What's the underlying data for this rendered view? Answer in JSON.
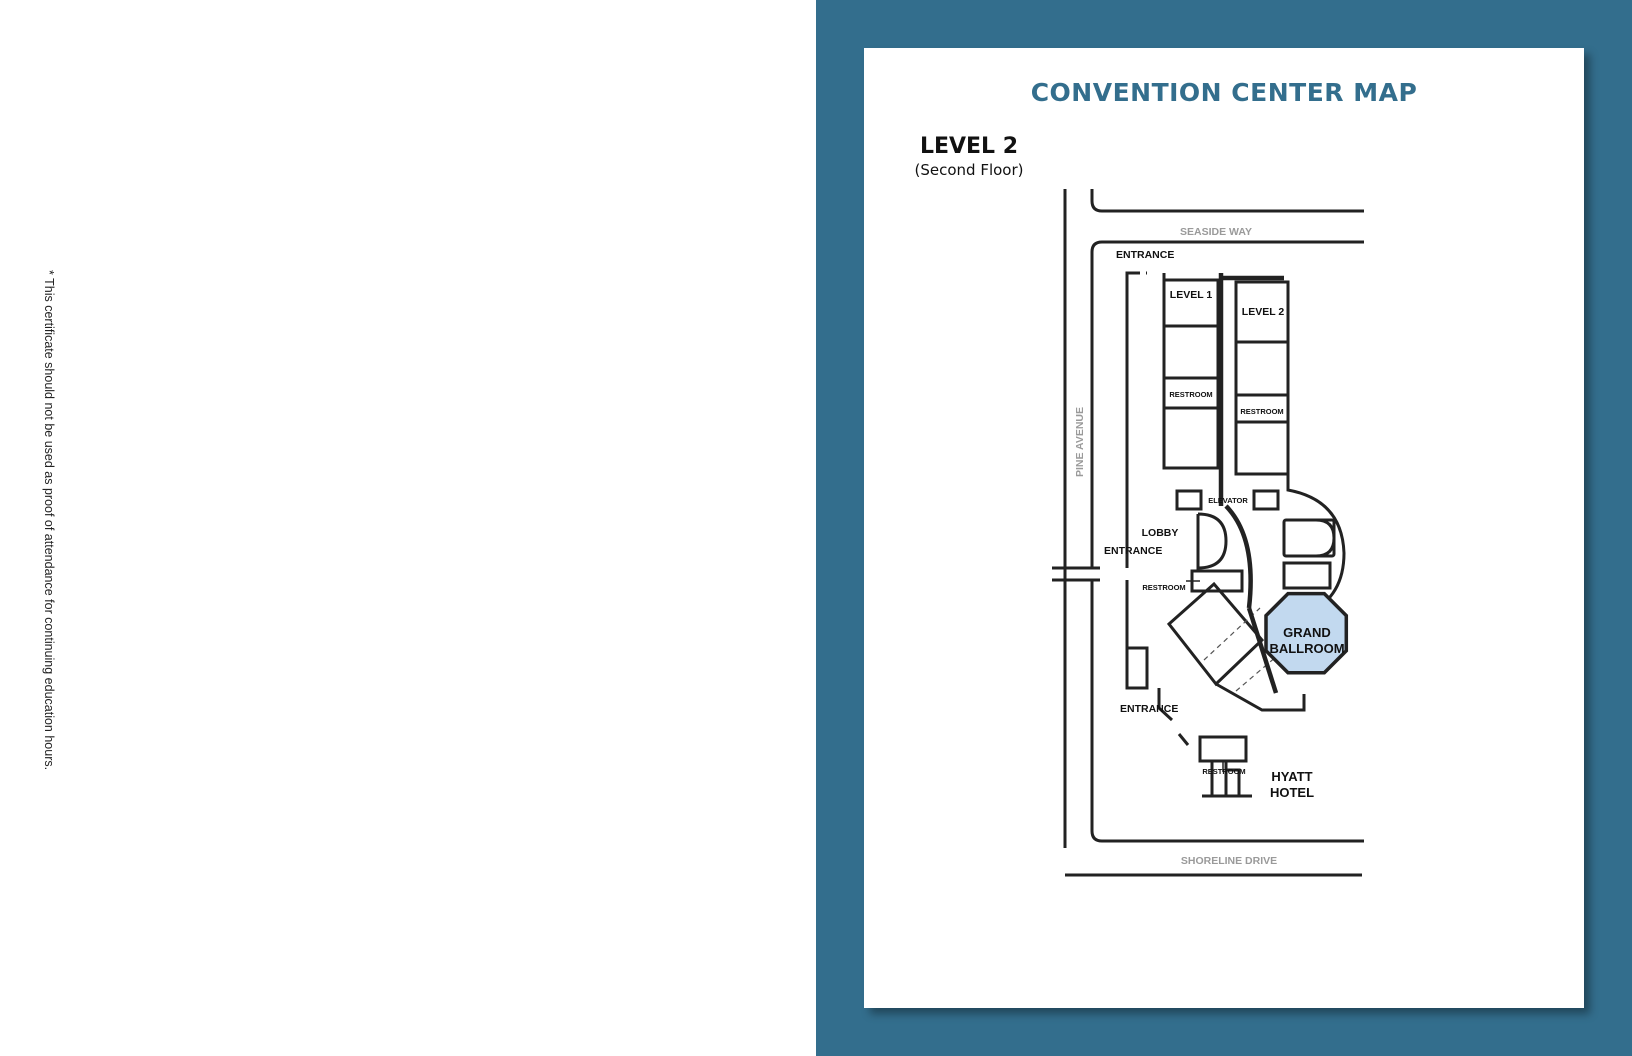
{
  "left_page": {
    "disclaimer": "* This certificate should not be used as proof of attendance for continuing education hours."
  },
  "map_page": {
    "title": "CONVENTION CENTER MAP",
    "level": "LEVEL 2",
    "level_sub": "(Second Floor)",
    "colors": {
      "panel": "#336e8d",
      "ballroom_fill": "#c2d9ef",
      "street_text": "#9a9a9a"
    }
  },
  "streets": {
    "top": "SEASIDE WAY",
    "left": "PINE AVENUE",
    "bottom": "SHORELINE DRIVE"
  },
  "labels": {
    "entrance_top": "ENTRANCE",
    "entrance_middle": "ENTRANCE",
    "entrance_bottom": "ENTRANCE",
    "level1": "LEVEL 1",
    "level2": "LEVEL 2",
    "restroom_level1": "RESTROOM",
    "restroom_level2": "RESTROOM",
    "restroom_lobby": "RESTROOM",
    "restroom_bottom": "RESTROOM",
    "elevator": "ELEVATOR",
    "lobby": "LOBBY",
    "ballroom_line1": "GRAND",
    "ballroom_line2": "BALLROOM",
    "hotel_line1": "HYATT",
    "hotel_line2": "HOTEL"
  }
}
